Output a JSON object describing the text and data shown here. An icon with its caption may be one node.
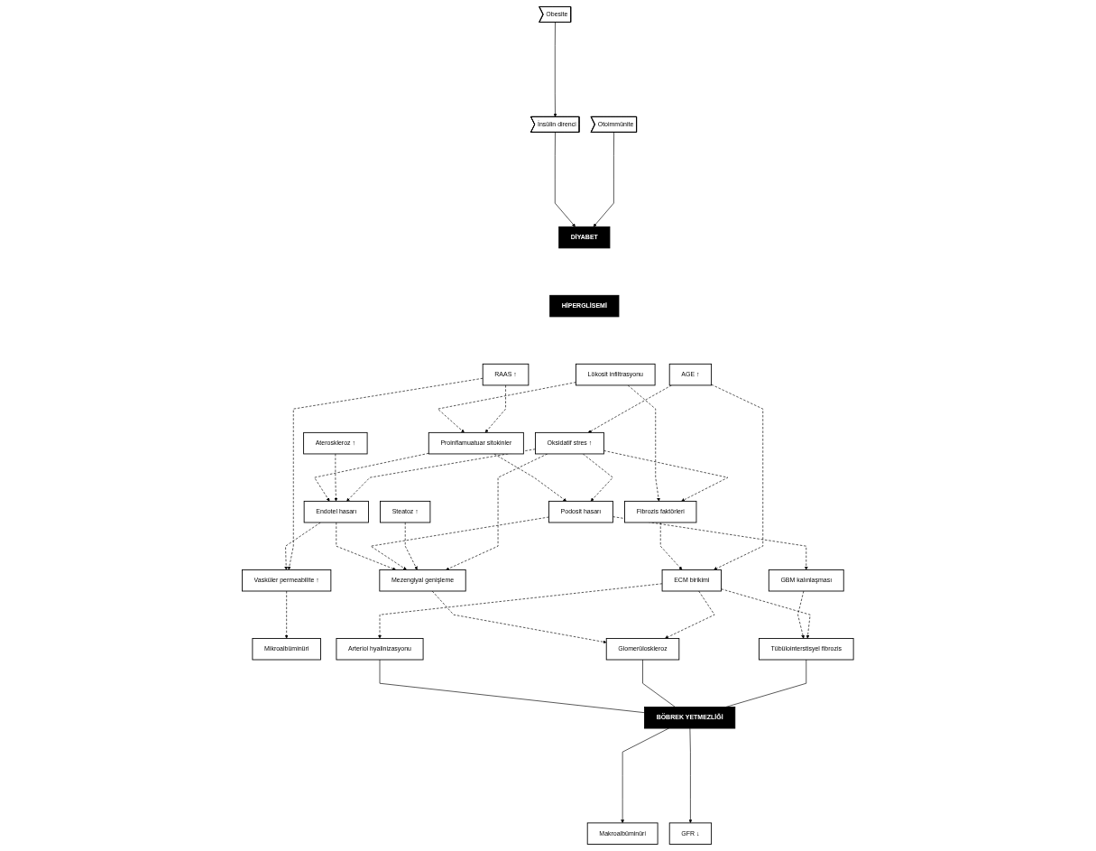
{
  "diagram": {
    "nodes": [
      {
        "text": [
          "Otoimmünite"
        ]
      },
      {
        "text": [
          "DİYABET"
        ]
      },
      {
        "text": [
          "İnsülin direnci"
        ]
      },
      {
        "text": [
          "Obesite"
        ]
      },
      {
        "text": [
          "HİPERGLİSEMİ"
        ]
      },
      {
        "text": [
          "Oksidatif stres ↑"
        ]
      },
      {
        "text": [
          "AGE ↑"
        ]
      },
      {
        "text": [
          "RAAS ↑"
        ]
      },
      {
        "text": [
          "Steatoz ↑"
        ]
      },
      {
        "text": [
          "Lökosit infiltrasyonu"
        ]
      },
      {
        "text": [
          "Ateroskleroz ↑"
        ]
      },
      {
        "text": [
          "Fibrozis faktörleri"
        ]
      },
      {
        "text": [
          "Proinflamuatuar sitokinler"
        ]
      },
      {
        "text": [
          "Vasküler permeabilite ↑"
        ]
      },
      {
        "text": [
          "Podosit hasarı"
        ]
      },
      {
        "text": [
          "Endotel hasarı"
        ]
      },
      {
        "text": [
          "Mikroalbüminüri"
        ]
      },
      {
        "text": [
          "ECM birikimi"
        ]
      },
      {
        "text": [
          "GBM kalınlaşması"
        ]
      },
      {
        "text": [
          "Mezengiyal genişleme"
        ]
      },
      {
        "text": [
          "Tübülointerstisyel fibrozis"
        ]
      },
      {
        "text": [
          "Glomerüloskleroz"
        ]
      },
      {
        "text": [
          "Arteriol hyalinizasyonu"
        ]
      },
      {
        "text": [
          "BÖBREK YETMEZLİĞİ"
        ]
      },
      {
        "text": [
          "Makroalbüminüri"
        ]
      },
      {
        "text": [
          "GFR ↓"
        ]
      }
    ],
    "edges": [
      {
        "from": 0,
        "to": 1,
        "arrow": "to"
      },
      {
        "from": 3,
        "to": 2,
        "arrow": "to"
      },
      {
        "from": 2,
        "to": 1,
        "arrow": "to"
      },
      {
        "from": 6,
        "to": 5,
        "arrow": "to",
        "style": "dashed"
      },
      {
        "from": 5,
        "to": 11,
        "arrow": "to",
        "style": "dashed"
      },
      {
        "from": 5,
        "to": 14,
        "arrow": "to",
        "style": "dashed"
      },
      {
        "from": 5,
        "to": 15,
        "arrow": "to",
        "style": "dashed"
      },
      {
        "from": 5,
        "to": 19,
        "arrow": "to",
        "style": "dashed"
      },
      {
        "from": 6,
        "to": 17,
        "arrow": "to",
        "style": "dashed"
      },
      {
        "from": 7,
        "to": 12,
        "arrow": "to",
        "style": "dashed"
      },
      {
        "from": 7,
        "to": 13,
        "arrow": "to",
        "style": "dashed"
      },
      {
        "from": 9,
        "to": 12,
        "arrow": "to",
        "style": "dashed"
      },
      {
        "from": 9,
        "to": 11,
        "arrow": "to",
        "style": "dashed"
      },
      {
        "from": 8,
        "to": 19,
        "arrow": "to",
        "style": "dashed"
      },
      {
        "from": 10,
        "to": 15,
        "arrow": "to",
        "style": "dashed"
      },
      {
        "from": 12,
        "to": 14,
        "arrow": "to",
        "style": "dashed"
      },
      {
        "from": 12,
        "to": 15,
        "arrow": "to",
        "style": "dashed"
      },
      {
        "from": 11,
        "to": 17,
        "arrow": "to",
        "style": "dashed"
      },
      {
        "from": 14,
        "to": 18,
        "arrow": "to",
        "style": "dashed"
      },
      {
        "from": 14,
        "to": 19,
        "arrow": "to",
        "style": "dashed"
      },
      {
        "from": 15,
        "to": 13,
        "arrow": "to",
        "style": "dashed"
      },
      {
        "from": 15,
        "to": 19,
        "arrow": "to",
        "style": "dashed"
      },
      {
        "from": 13,
        "to": 16,
        "arrow": "to",
        "style": "dashed"
      },
      {
        "from": 17,
        "to": 20,
        "arrow": "to",
        "style": "dashed"
      },
      {
        "from": 17,
        "to": 21,
        "arrow": "to",
        "style": "dashed"
      },
      {
        "from": 17,
        "to": 22,
        "arrow": "to",
        "style": "dashed"
      },
      {
        "from": 18,
        "to": 20,
        "arrow": "to",
        "style": "dashed"
      },
      {
        "from": 19,
        "to": 21,
        "arrow": "to",
        "style": "dashed"
      },
      {
        "from": 20,
        "to": 23,
        "arrow": "none"
      },
      {
        "from": 21,
        "to": 23,
        "arrow": "none"
      },
      {
        "from": 22,
        "to": 23,
        "arrow": "none"
      },
      {
        "from": 23,
        "to": 24,
        "arrow": "to"
      },
      {
        "from": 23,
        "to": 25,
        "arrow": "to"
      }
    ]
  }
}
